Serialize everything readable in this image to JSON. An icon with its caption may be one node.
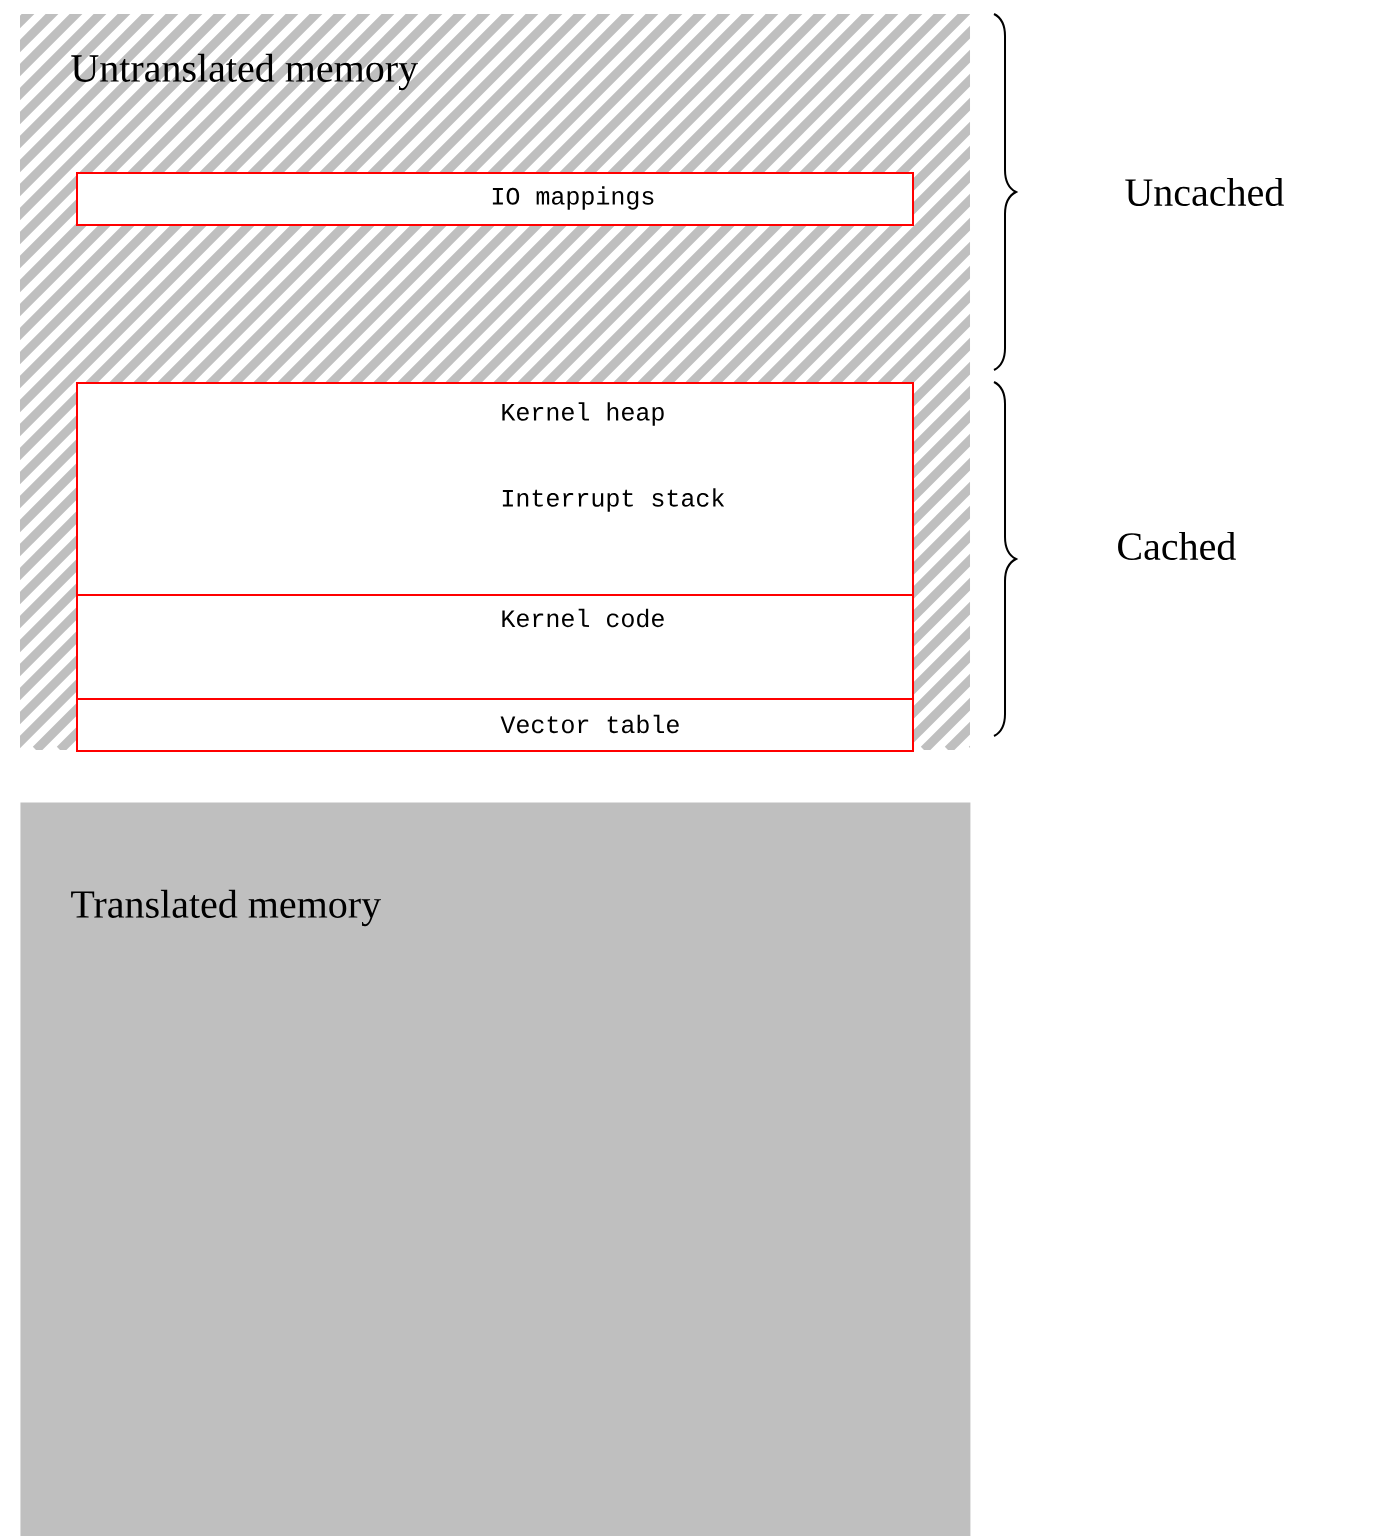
{
  "diagram": {
    "nodes": [
      {
        "text": [
          "Untranslated memory"
        ]
      },
      {
        "text": [
          "IO mappings"
        ],
        "in": 0
      },
      {
        "text": [
          "Kernel heap",
          "Interrupt stack"
        ],
        "in": 0
      },
      {
        "text": [
          "Kernel code"
        ],
        "in": 0
      },
      {
        "text": [
          "Vector table"
        ],
        "in": 0
      },
      {
        "text": [
          "Translated memory"
        ]
      }
    ],
    "labels": [
      "Uncached",
      "Cached"
    ]
  }
}
